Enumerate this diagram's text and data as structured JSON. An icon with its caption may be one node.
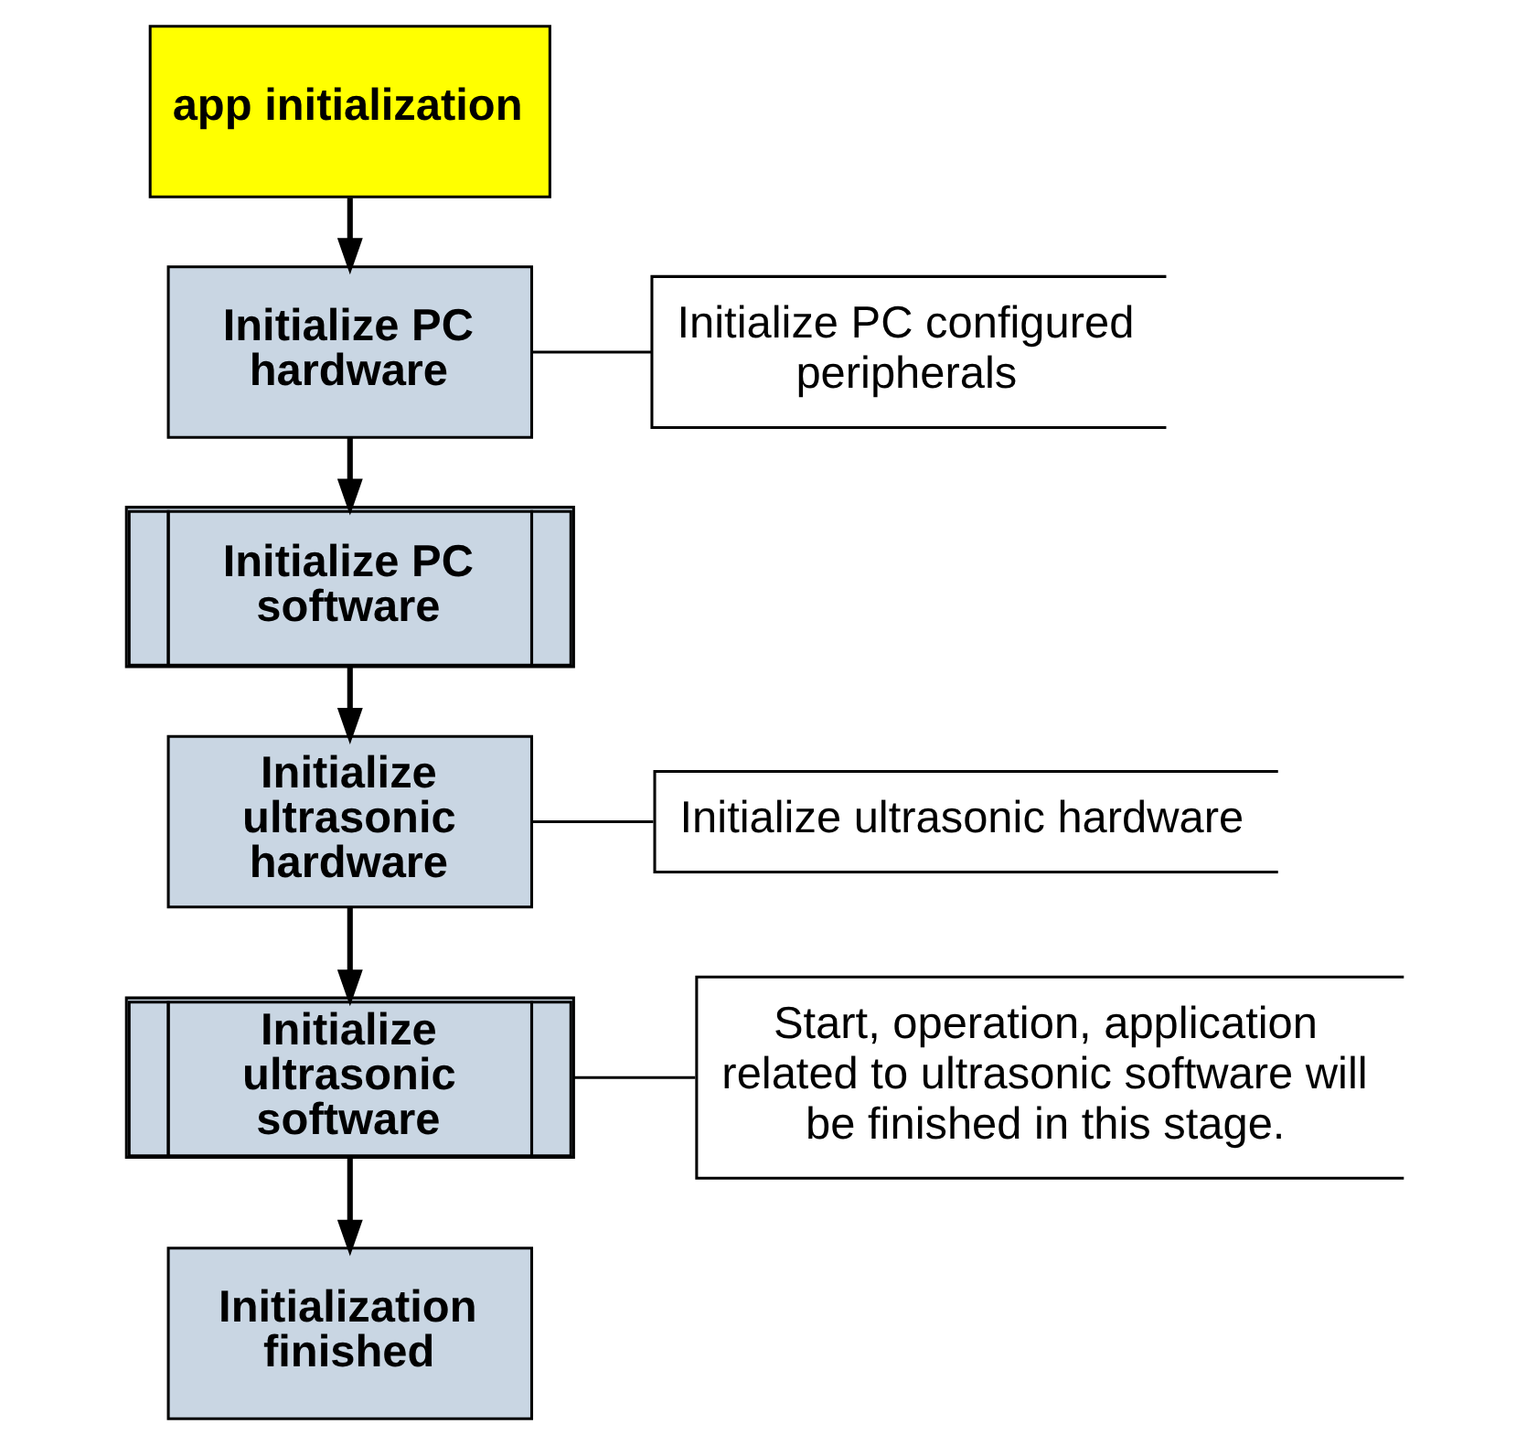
{
  "diagram": {
    "nodes": [
      {
        "text": [
          "app initialization"
        ]
      },
      {
        "text": [
          "Initialize PC hardware"
        ]
      },
      {
        "text": [
          "Initialize PC software"
        ]
      },
      {
        "text": [
          "Initialize ultrasonic hardware"
        ]
      },
      {
        "text": [
          "Initialize ultrasonic software"
        ]
      },
      {
        "text": [
          "Initialization finished"
        ]
      },
      {
        "text": [
          "Initialize PC configured peripherals"
        ]
      },
      {
        "text": [
          "Initialize ultrasonic hardware"
        ]
      },
      {
        "text": [
          "Start, operation, application related to ultrasonic software will be finished in this stage."
        ]
      }
    ],
    "edges": [
      {
        "from": 0,
        "to": 1,
        "arrow": "to"
      },
      {
        "from": 1,
        "to": 2,
        "arrow": "to"
      },
      {
        "from": 2,
        "to": 3,
        "arrow": "to"
      },
      {
        "from": 3,
        "to": 4,
        "arrow": "to"
      },
      {
        "from": 4,
        "to": 5,
        "arrow": "to"
      },
      {
        "from": 1,
        "to": 6,
        "arrow": "none"
      },
      {
        "from": 3,
        "to": 7,
        "arrow": "none"
      },
      {
        "from": 4,
        "to": 8,
        "arrow": "none"
      }
    ]
  }
}
